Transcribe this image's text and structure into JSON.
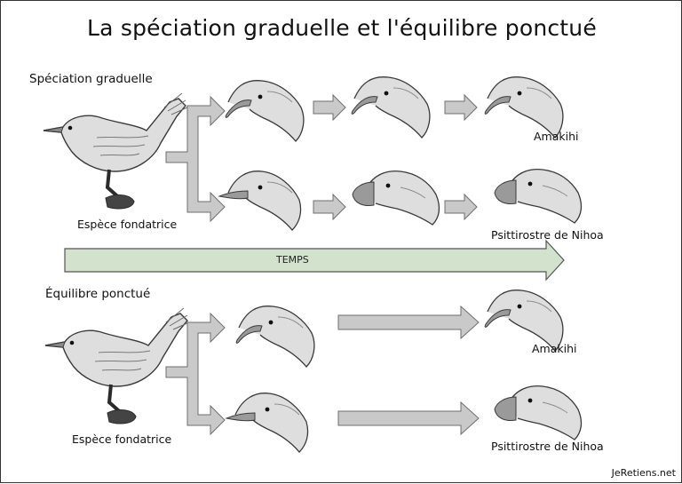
{
  "title": "La spéciation graduelle et l'équilibre ponctué",
  "gradual": {
    "heading": "Spéciation graduelle",
    "founder_label": "Espèce fondatrice",
    "top_species": "Amakihi",
    "bottom_species": "Psittirostre de Nihoa"
  },
  "timeline": {
    "label": "TEMPS"
  },
  "punctuated": {
    "heading": "Équilibre ponctué",
    "founder_label": "Espèce fondatrice",
    "top_species": "Amakihi",
    "bottom_species": "Psittirostre de Nihoa"
  },
  "credit": "JeRetiens.net",
  "colors": {
    "arrow_fill": "#c9c9c9",
    "arrow_stroke": "#6f6f6f",
    "timeline_fill": "#d2e2cc",
    "bird_fill": "#dedede",
    "bird_stroke": "#3a3a3a"
  }
}
